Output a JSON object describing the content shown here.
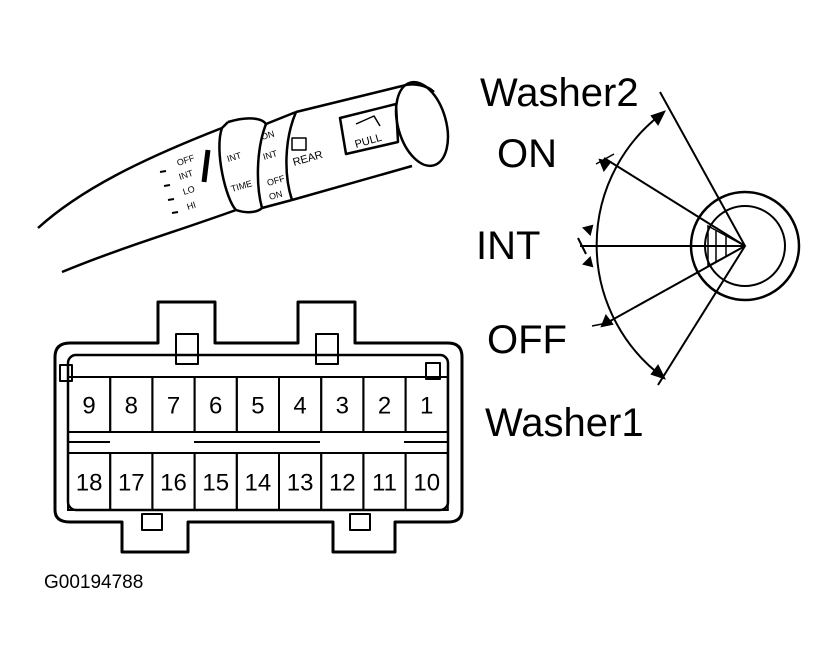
{
  "stalk": {
    "wiper_positions": [
      "OFF",
      "INT",
      "LO",
      "HI"
    ],
    "ring_labels": [
      "INT",
      "TIME"
    ],
    "rear_ring_labels": [
      "ON",
      "INT",
      "OFF",
      "ON"
    ],
    "rear_label": "REAR",
    "pull_label": "PULL"
  },
  "switch_diagram": {
    "labels": [
      "Washer2",
      "ON",
      "INT",
      "OFF",
      "Washer1"
    ]
  },
  "connector": {
    "top_row": [
      "9",
      "8",
      "7",
      "6",
      "5",
      "4",
      "3",
      "2",
      "1"
    ],
    "bottom_row": [
      "18",
      "17",
      "16",
      "15",
      "14",
      "13",
      "12",
      "11",
      "10"
    ]
  },
  "figure_id": "G00194788"
}
